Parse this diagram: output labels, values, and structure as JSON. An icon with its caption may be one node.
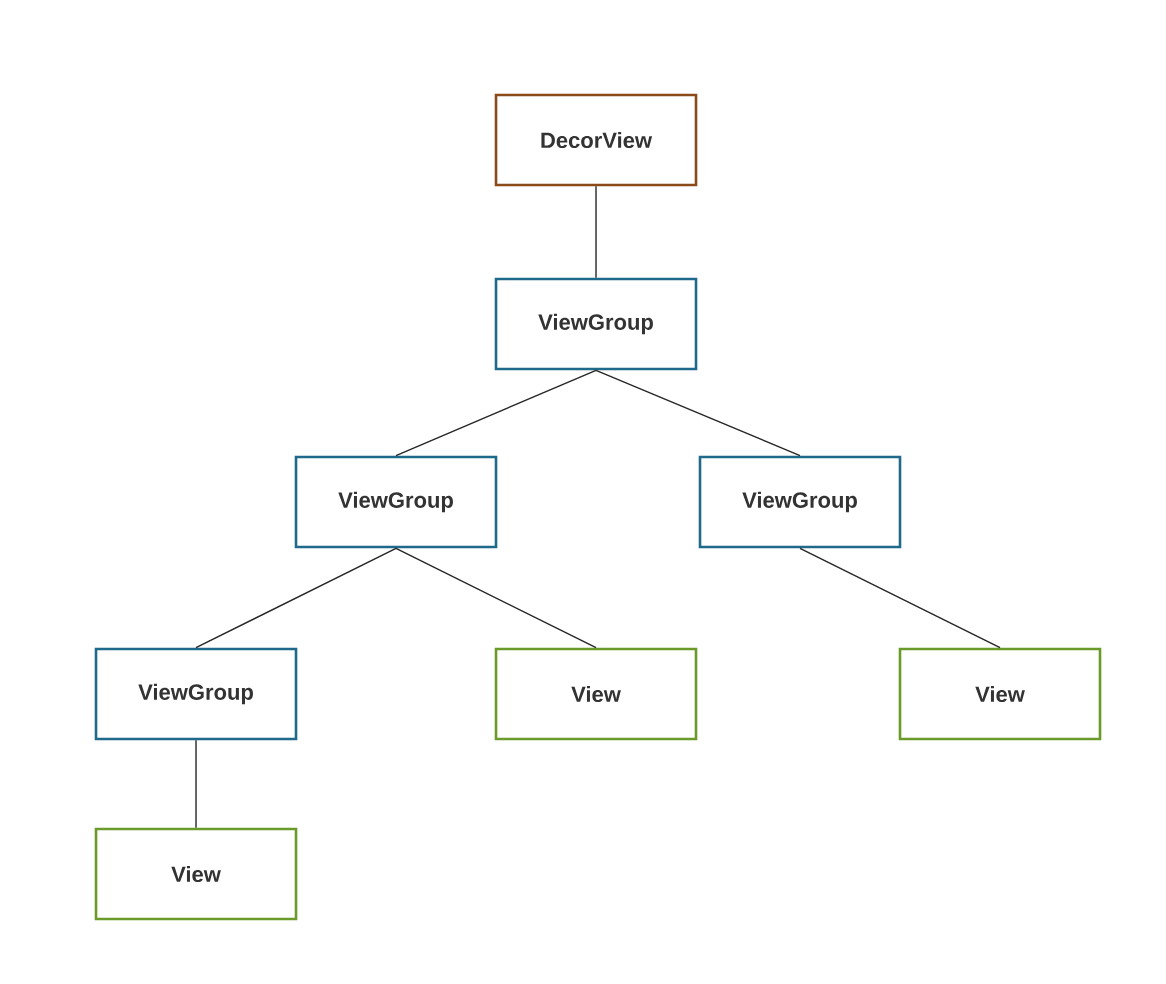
{
  "diagram": {
    "nodes": [
      {
        "text": [
          "DecorView"
        ]
      },
      {
        "text": [
          "ViewGroup"
        ]
      },
      {
        "text": [
          "ViewGroup"
        ]
      },
      {
        "text": [
          "ViewGroup"
        ]
      },
      {
        "text": [
          "ViewGroup"
        ]
      },
      {
        "text": [
          "View"
        ]
      },
      {
        "text": [
          "View"
        ]
      },
      {
        "text": [
          "View"
        ]
      }
    ],
    "edges": [
      {
        "from": 0,
        "to": 1,
        "arrow": "none"
      },
      {
        "from": 1,
        "to": 2,
        "arrow": "none"
      },
      {
        "from": 1,
        "to": 3,
        "arrow": "none"
      },
      {
        "from": 2,
        "to": 4,
        "arrow": "none"
      },
      {
        "from": 2,
        "to": 5,
        "arrow": "none"
      },
      {
        "from": 3,
        "to": 6,
        "arrow": "none"
      },
      {
        "from": 4,
        "to": 7,
        "arrow": "none"
      }
    ]
  }
}
